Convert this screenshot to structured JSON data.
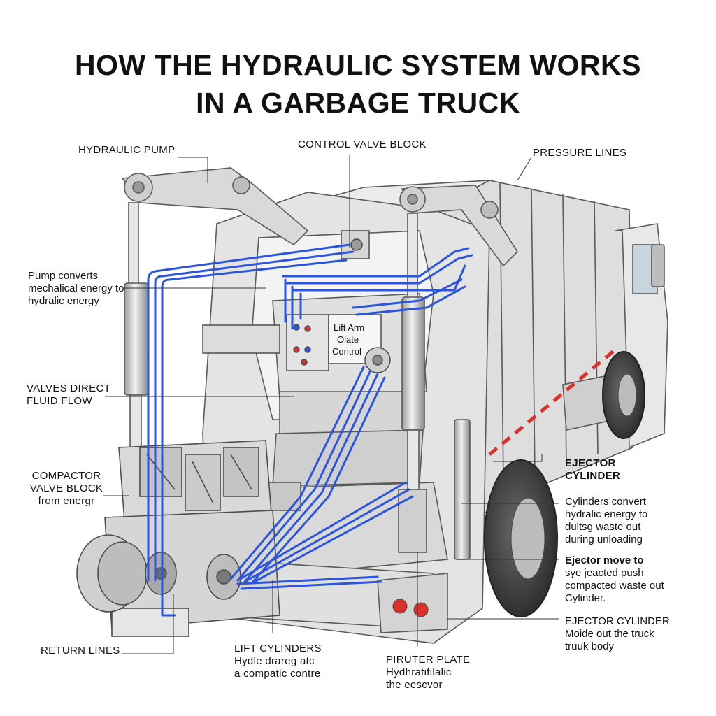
{
  "title": {
    "line1": "HOW THE HYDRAULIC SYSTEM WORKS",
    "line2": "IN A GARBAGE TRUCK"
  },
  "labels": {
    "hydraulic_pump": "HYDRAULIC PUMP",
    "control_valve_block": "CONTROL VALVE BLOCK",
    "pressure_lines": "PRESSURE LINES",
    "pump_desc": [
      "Pump converts",
      "mechalical energy to",
      "hydralic energy"
    ],
    "valves_direct": [
      "VALVES DIRECT",
      "FLUID FLOW"
    ],
    "compactor": [
      "COMPACTOR",
      "VALVE BLOCK",
      "from energr"
    ],
    "ejector_cylinder_1": [
      "EJECTOR",
      "CYLINDER"
    ],
    "cylinders_convert": [
      "Cylinders convert",
      "hydralic energy to",
      "dultsg waste out",
      "during unloading"
    ],
    "ejector_move": [
      "Ejector move to",
      "sye jeacted push",
      "compacted waste out",
      "Cylinder."
    ],
    "ejector_cylinder_2": [
      "EJECTOR CYLINDER",
      "Moide out the truck",
      "truuk body"
    ],
    "return_lines": "RETURN LINES",
    "lift_cylinders": [
      "LIFT CYLINDERS",
      "Hydle drareg atc",
      "a compatic contre"
    ],
    "pirter_plate": [
      "PIRUTER PLATE",
      "Hydhratifilalic",
      "the eescvor"
    ]
  },
  "valve_panel": [
    "Lift Arm",
    "Olate",
    "Control"
  ],
  "colors": {
    "hydraulic_line": "#2a55e0",
    "body_fill": "#e6e6e6",
    "body_stroke": "#5a5a5a",
    "tail_light": "#d8322b",
    "reflector": "#d8322b"
  }
}
